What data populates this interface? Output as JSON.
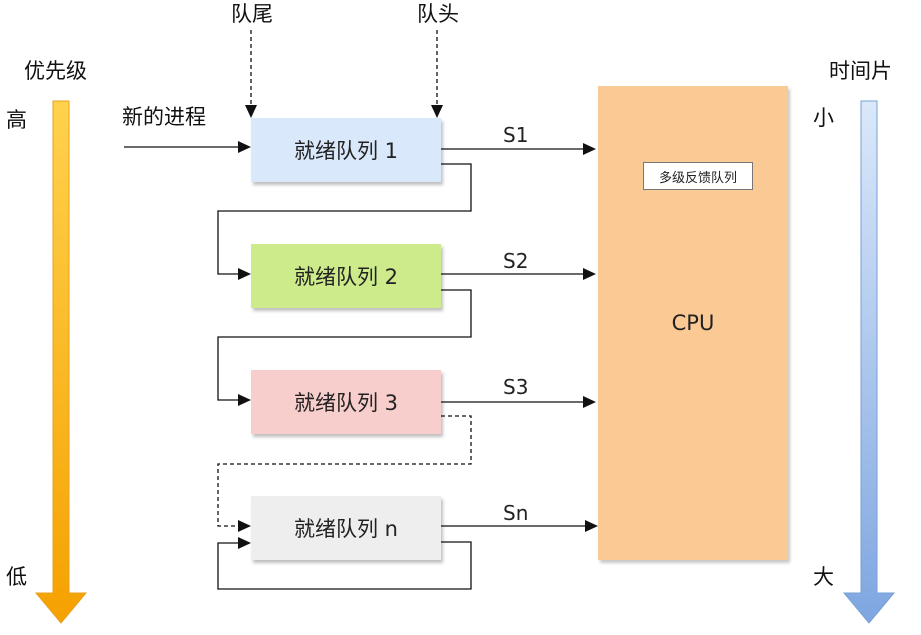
{
  "priority": {
    "title": "优先级",
    "high": "高",
    "low": "低",
    "color_top": "#ffd24d",
    "color_bottom": "#f5a100"
  },
  "timeslice": {
    "title": "时间片",
    "small": "小",
    "large": "大",
    "color_top": "#dbe8fa",
    "color_bottom": "#7ea6e0"
  },
  "pointers": {
    "tail": "队尾",
    "head": "队头"
  },
  "new_process": "新的进程",
  "queues": [
    {
      "label": "就绪队列 1",
      "slice": "S1",
      "color": "#dae8fc"
    },
    {
      "label": "就绪队列 2",
      "slice": "S2",
      "color": "#cdeb8b"
    },
    {
      "label": "就绪队列 3",
      "slice": "S3",
      "color": "#f8cecc"
    },
    {
      "label": "就绪队列 n",
      "slice": "Sn",
      "color": "#eeeeee"
    }
  ],
  "cpu": {
    "label": "CPU",
    "tag": "多级反馈队列",
    "color": "#fbc994"
  }
}
